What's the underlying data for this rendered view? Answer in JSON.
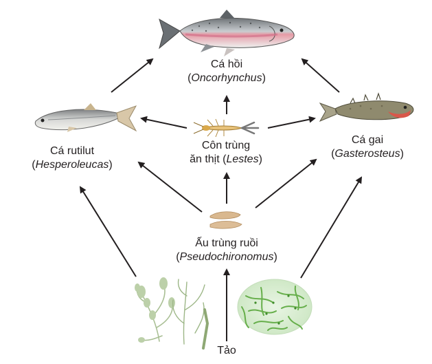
{
  "diagram": {
    "nodes": {
      "salmon": {
        "common": "Cá hồi",
        "scientific": "Oncorhynchus",
        "icon": "trout-icon"
      },
      "rutilut": {
        "common": "Cá rutilut",
        "scientific": "Hesperoleucas",
        "icon": "minnow-fish-icon"
      },
      "stickle": {
        "common": "Cá gai",
        "scientific": "Gasterosteus",
        "icon": "stickleback-fish-icon"
      },
      "insect": {
        "line1": "Côn trùng",
        "line2_prefix": "ăn thịt (",
        "scientific": "Lestes",
        "line2_suffix": ")",
        "icon": "damselfly-nymph-icon"
      },
      "larva": {
        "common": "Ấu trùng ruồi",
        "scientific": "Pseudochironomus",
        "icon": "midge-larva-icon"
      },
      "algae": {
        "common": "Tảo",
        "icons": [
          "green-algae-branches-icon",
          "cyanobacteria-filaments-icon"
        ]
      }
    },
    "edges": [
      [
        "algae",
        "larva"
      ],
      [
        "algae",
        "rutilut"
      ],
      [
        "algae",
        "stickle"
      ],
      [
        "larva",
        "rutilut"
      ],
      [
        "larva",
        "insect"
      ],
      [
        "larva",
        "stickle"
      ],
      [
        "insect",
        "rutilut"
      ],
      [
        "insect",
        "salmon"
      ],
      [
        "insect",
        "stickle"
      ],
      [
        "rutilut",
        "salmon"
      ],
      [
        "stickle",
        "salmon"
      ]
    ],
    "colors": {
      "arrow": "#231f20",
      "algae": "#5aa83c",
      "fish_body": "#b8bcc0"
    }
  }
}
